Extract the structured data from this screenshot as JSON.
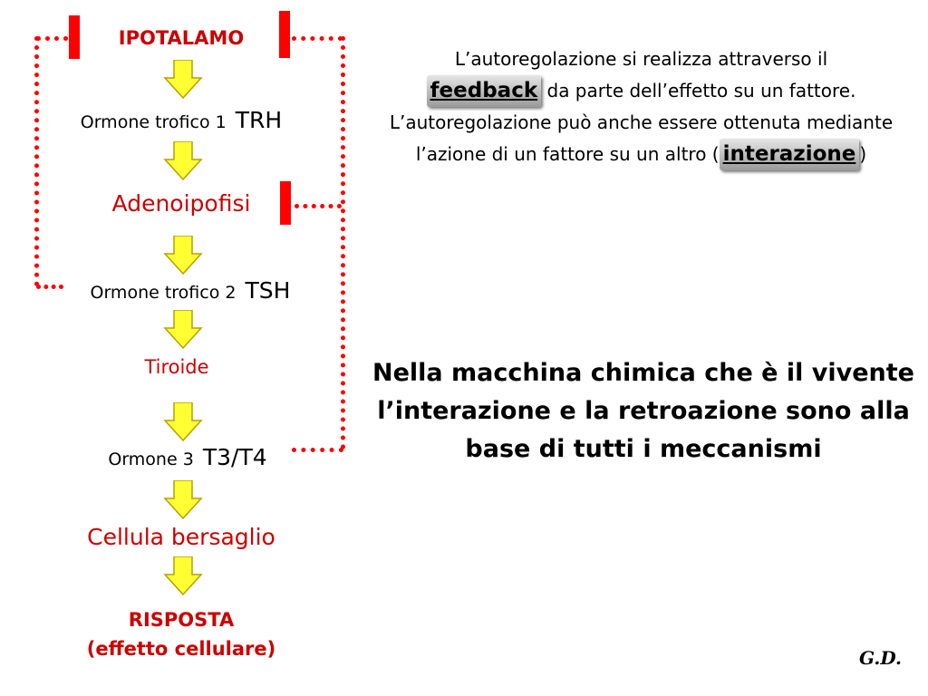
{
  "diagram": {
    "hypothalamus": "IPOTALAMO",
    "hormone1_label": "Ormone trofico 1",
    "hormone1_code": "TRH",
    "adenohypophysis": "Adenoipofisi",
    "hormone2_label": "Ormone trofico 2",
    "hormone2_code": "TSH",
    "thyroid": "Tiroide",
    "hormone3_label": "Ormone 3",
    "hormone3_code": "T3/T4",
    "target_cell": "Cellula bersaglio",
    "response": "RISPOSTA",
    "response_sub": "(effetto cellulare)"
  },
  "text": {
    "p1_part1": "L’autoregolazione si realizza attraverso il",
    "p1_feedback": "feedback",
    "p1_part2": " da parte dell’effetto su un fattore.",
    "p1_part3": "L’autoregolazione può anche essere ottenuta mediante l’azione di un fattore su un altro (",
    "p1_interazione": "interazione",
    "p1_close": ")",
    "p2": "Nella macchina chimica che è il vivente l’interazione e  la retroazione sono alla base di tutti i meccanismi"
  },
  "signature": "G.D.",
  "colors": {
    "accent_red": "#cc0000",
    "arrow_fill": "#ffff33",
    "feedback_line": "#ff0000"
  }
}
